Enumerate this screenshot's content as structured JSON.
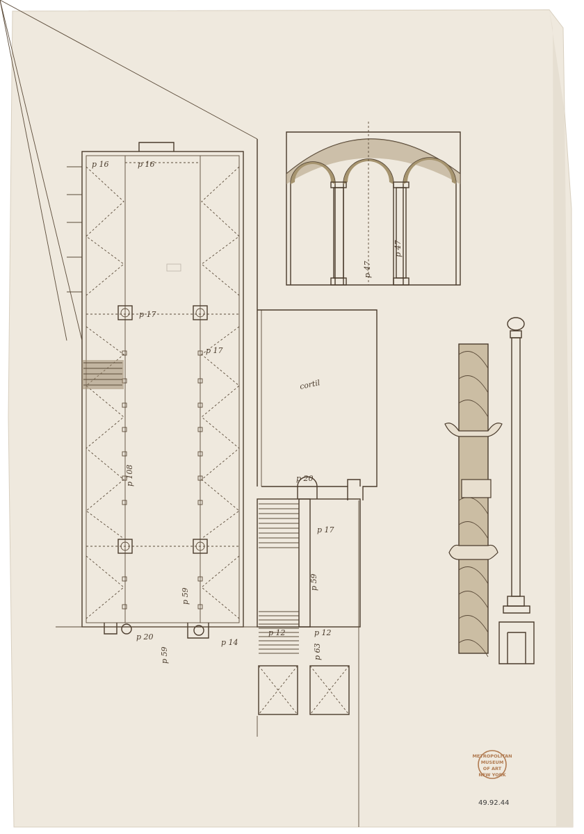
{
  "colors": {
    "paper": "#efe9de",
    "ink": "#4a3b2c",
    "stamp": "#b07a50"
  },
  "notes": {
    "top_width": "p 16",
    "top_left": "p 16",
    "cross_width_1": "p 17",
    "cross_width_2": "p 17",
    "long_length": "p 108",
    "length_b": "p 59",
    "length_c": "p 59",
    "courtyard": "cortil",
    "stair_landing": "p 20",
    "corridor": "p 17",
    "corridor_length": "p 59",
    "stair_length": "p 63",
    "arch_height": "p 47",
    "arch_col": "p 47",
    "bottom_a": "p 20",
    "bottom_b": "p 14",
    "bottom_c": "p 12",
    "bottom_d": "p 12"
  },
  "stamp": {
    "line1": "METROPOLITAN",
    "line2": "MUSEUM",
    "line3": "OF ART",
    "line4": "NEW YORK"
  },
  "accession": "49.92.44"
}
